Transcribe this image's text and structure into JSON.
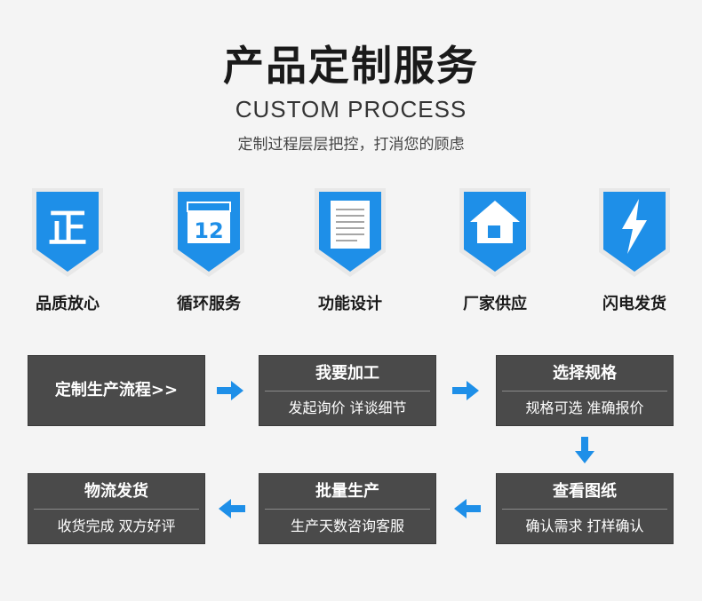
{
  "header": {
    "title": "产品定制服务",
    "subtitle_en": "CUSTOM PROCESS",
    "subtitle_cn": "定制过程层层把控，打消您的顾虑"
  },
  "features": [
    {
      "label": "品质放心",
      "icon": "zheng-character-icon",
      "icon_text": "正"
    },
    {
      "label": "循环服务",
      "icon": "calendar-icon",
      "icon_text": "12"
    },
    {
      "label": "功能设计",
      "icon": "document-icon"
    },
    {
      "label": "厂家供应",
      "icon": "house-icon"
    },
    {
      "label": "闪电发货",
      "icon": "lightning-icon"
    }
  ],
  "process": {
    "start": "定制生产流程>>",
    "steps": [
      {
        "title": "我要加工",
        "desc": "发起询价 详谈细节"
      },
      {
        "title": "选择规格",
        "desc": "规格可选 准确报价"
      },
      {
        "title": "查看图纸",
        "desc": "确认需求 打样确认"
      },
      {
        "title": "批量生产",
        "desc": "生产天数咨询客服"
      },
      {
        "title": "物流发货",
        "desc": "收货完成 双方好评"
      }
    ]
  },
  "colors": {
    "accent_blue": "#1e8fe8",
    "box_dark": "#4a4a4a",
    "background": "#f4f4f4"
  }
}
